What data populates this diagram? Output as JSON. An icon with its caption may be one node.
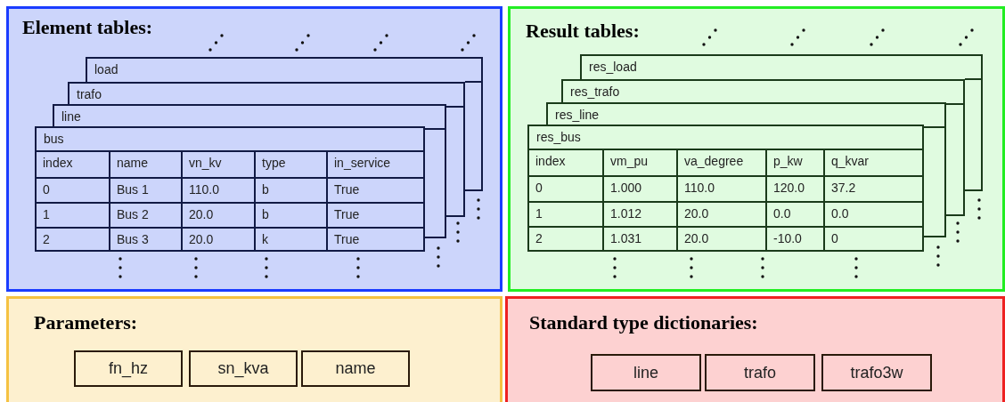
{
  "diagram": {
    "nodes": [
      {
        "text": [
          "Element tables:"
        ]
      },
      {
        "text": [
          "load"
        ],
        "in": 0
      },
      {
        "text": [
          "trafo"
        ],
        "in": 0
      },
      {
        "text": [
          "line"
        ],
        "in": 0
      },
      {
        "text": [
          "bus"
        ],
        "in": 0
      },
      {
        "text": [
          "Result tables:"
        ]
      },
      {
        "text": [
          "res_load"
        ],
        "in": 5
      },
      {
        "text": [
          "res_trafo"
        ],
        "in": 5
      },
      {
        "text": [
          "res_line"
        ],
        "in": 5
      },
      {
        "text": [
          "res_bus"
        ],
        "in": 5
      },
      {
        "text": [
          "Parameters:"
        ]
      },
      {
        "text": [
          "fn_hz"
        ],
        "in": 10
      },
      {
        "text": [
          "sn_kva"
        ],
        "in": 10
      },
      {
        "text": [
          "name"
        ],
        "in": 10
      },
      {
        "text": [
          "Standard type dictionaries:"
        ]
      },
      {
        "text": [
          "line"
        ],
        "in": 14
      },
      {
        "text": [
          "trafo"
        ],
        "in": 14
      },
      {
        "text": [
          "trafo3w"
        ],
        "in": 14
      }
    ],
    "labels": [
      "index",
      "name",
      "vn_kv",
      "type",
      "in_service",
      "0",
      "Bus 1",
      "110.0",
      "b",
      "True",
      "1",
      "Bus 2",
      "20.0",
      "b",
      "True",
      "2",
      "Bus 3",
      "20.0",
      "k",
      "True",
      "index",
      "vm_pu",
      "va_degree",
      "p_kw",
      "q_kvar",
      "0",
      "1.000",
      "110.0",
      "120.0",
      "37.2",
      "1",
      "1.012",
      "20.0",
      "0.0",
      "0.0",
      "2",
      "1.031",
      "20.0",
      "-10.0",
      "0"
    ]
  }
}
